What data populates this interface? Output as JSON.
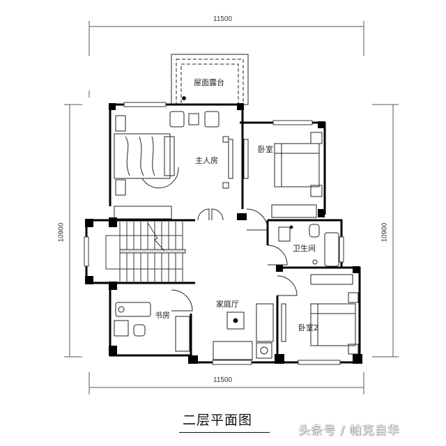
{
  "drawing": {
    "title": "二层平面图",
    "watermark": "头条号 / 帕克自华"
  },
  "dimensions": {
    "top_width": "11500",
    "bottom_width": "11500",
    "left_height": "10900",
    "right_height": "10900"
  },
  "rooms": {
    "roof_terrace": "屋面露台",
    "master_bedroom": "主人房",
    "bedroom_1": "卧室",
    "bathroom": "卫生间",
    "family_hall": "家庭厅",
    "study": "书房",
    "bedroom_2": "卧室2"
  },
  "colors": {
    "wall": "#000000",
    "line": "#222222",
    "dimension_line": "#555555",
    "background": "#ffffff"
  }
}
